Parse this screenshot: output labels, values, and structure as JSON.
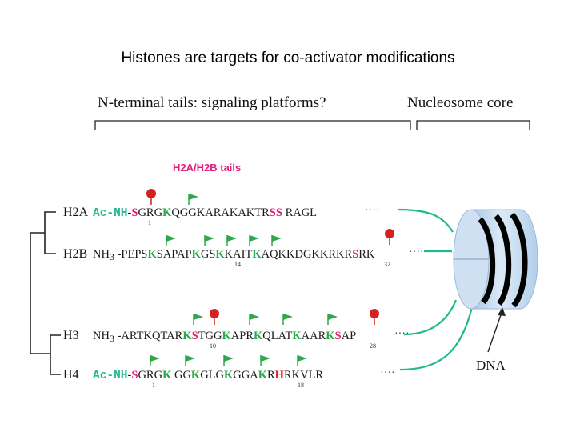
{
  "title": "Histones are targets for co-activator modifications",
  "headers": {
    "tails": "N-terminal tails: signaling platforms?",
    "core": "Nucleosome core"
  },
  "subtitle": "H2A/H2B tails",
  "dna_label": "DNA",
  "ellipsis": "····",
  "colors": {
    "magenta": "#e0207a",
    "green": "#2aa84a",
    "teal": "#1fb890",
    "red": "#d42020",
    "black": "#1a1a1a"
  },
  "rows": [
    {
      "label": "H2A",
      "segments": [
        {
          "t": "Ac-NH",
          "c": "teal",
          "mono": true
        },
        {
          "t": "-",
          "c": "black"
        },
        {
          "t": "S",
          "c": "magenta"
        },
        {
          "t": "GRG",
          "c": "black"
        },
        {
          "t": "K",
          "c": "green"
        },
        {
          "t": "QGGKARAKAKTR",
          "c": "black"
        },
        {
          "t": "SS",
          "c": "magenta"
        },
        {
          "t": " RAGL",
          "c": "black"
        }
      ],
      "numbers": [
        "1"
      ]
    },
    {
      "label": "H2B",
      "segments": [
        {
          "t": "NH",
          "c": "black"
        },
        {
          "t": "3",
          "c": "black",
          "sub": true
        },
        {
          "t": " -PEPS",
          "c": "black"
        },
        {
          "t": "K",
          "c": "green"
        },
        {
          "t": "SAPAP",
          "c": "black"
        },
        {
          "t": "K",
          "c": "green"
        },
        {
          "t": "GS",
          "c": "black"
        },
        {
          "t": "K",
          "c": "green"
        },
        {
          "t": "KAIT",
          "c": "black"
        },
        {
          "t": "K",
          "c": "green"
        },
        {
          "t": "AQKKDGKKRKR",
          "c": "black"
        },
        {
          "t": "S",
          "c": "magenta"
        },
        {
          "t": "RK",
          "c": "black"
        }
      ],
      "numbers": [
        "14",
        "32"
      ]
    },
    {
      "label": "H3",
      "segments": [
        {
          "t": "NH",
          "c": "black"
        },
        {
          "t": "3",
          "c": "black",
          "sub": true
        },
        {
          "t": " -ARTKQTAR",
          "c": "black"
        },
        {
          "t": "K",
          "c": "green"
        },
        {
          "t": "S",
          "c": "magenta"
        },
        {
          "t": "TGG",
          "c": "black"
        },
        {
          "t": "K",
          "c": "green"
        },
        {
          "t": "APR",
          "c": "black"
        },
        {
          "t": "K",
          "c": "green"
        },
        {
          "t": "QLAT",
          "c": "black"
        },
        {
          "t": "K",
          "c": "green"
        },
        {
          "t": "AAR",
          "c": "black"
        },
        {
          "t": "K",
          "c": "green"
        },
        {
          "t": "S",
          "c": "magenta"
        },
        {
          "t": "AP",
          "c": "black"
        }
      ],
      "numbers": [
        "10",
        "28"
      ]
    },
    {
      "label": "H4",
      "segments": [
        {
          "t": "Ac-NH",
          "c": "teal",
          "mono": true
        },
        {
          "t": "-",
          "c": "black"
        },
        {
          "t": "S",
          "c": "magenta"
        },
        {
          "t": "GRG",
          "c": "black"
        },
        {
          "t": "K",
          "c": "green"
        },
        {
          "t": " GG",
          "c": "black"
        },
        {
          "t": "K",
          "c": "green"
        },
        {
          "t": "GLG",
          "c": "black"
        },
        {
          "t": "K",
          "c": "green"
        },
        {
          "t": "GGA",
          "c": "black"
        },
        {
          "t": "K",
          "c": "green"
        },
        {
          "t": "R",
          "c": "black"
        },
        {
          "t": "H",
          "c": "red"
        },
        {
          "t": "RKVLR",
          "c": "black"
        }
      ],
      "numbers": [
        "1",
        "18"
      ]
    }
  ]
}
